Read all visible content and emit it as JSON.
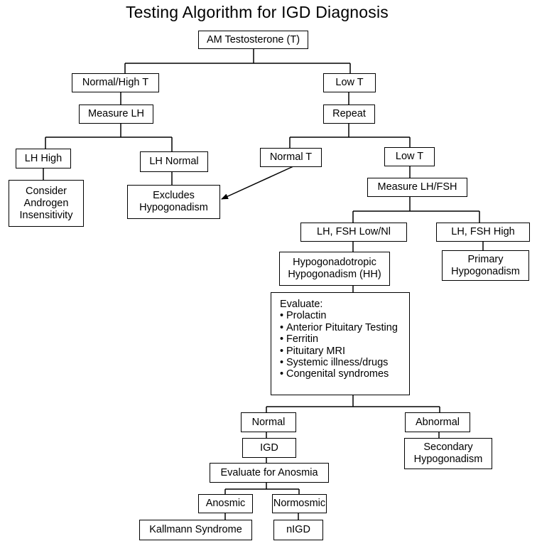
{
  "title": "Testing Algorithm for IGD Diagnosis",
  "nodes": {
    "am_testosterone": "AM Testosterone (T)",
    "normal_high_t": "Normal/High T",
    "low_t": "Low T",
    "measure_lh": "Measure LH",
    "repeat": "Repeat",
    "lh_high": "LH High",
    "lh_normal": "LH Normal",
    "normal_t": "Normal T",
    "low_t_repeat": "Low T",
    "consider_androgen": [
      "Consider",
      "Androgen",
      "Insensitivity"
    ],
    "excludes_hypogonadism": [
      "Excludes",
      "Hypogonadism"
    ],
    "measure_lh_fsh": "Measure LH/FSH",
    "lh_fsh_low": "LH, FSH Low/Nl",
    "lh_fsh_high": "LH, FSH High",
    "hypogonadotropic": [
      "Hypogonadotropic",
      "Hypogonadism (HH)"
    ],
    "primary_hypogonadism": [
      "Primary",
      "Hypogonadism"
    ],
    "evaluate_heading": "Evaluate:",
    "evaluate_items": [
      "Prolactin",
      "Anterior Pituitary Testing",
      "Ferritin",
      "Pituitary MRI",
      "Systemic illness/drugs",
      "Congenital syndromes"
    ],
    "bullet": "•",
    "normal": "Normal",
    "abnormal": "Abnormal",
    "igd": "IGD",
    "secondary_hypogonadism": [
      "Secondary",
      "Hypogonadism"
    ],
    "evaluate_anosmia": "Evaluate for Anosmia",
    "anosmic": "Anosmic",
    "normosmic": "Normosmic",
    "kallmann": "Kallmann Syndrome",
    "nigd": "nIGD"
  }
}
